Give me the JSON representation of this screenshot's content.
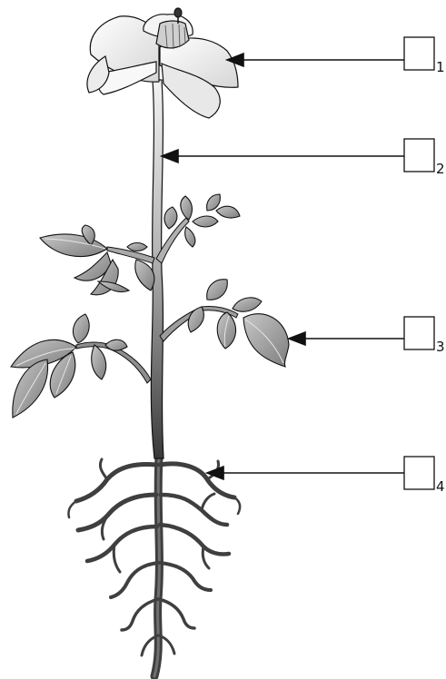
{
  "diagram": {
    "subject": "plant",
    "parts": [
      {
        "id": "flower",
        "number": "1"
      },
      {
        "id": "stem",
        "number": "2"
      },
      {
        "id": "leaf",
        "number": "3"
      },
      {
        "id": "root",
        "number": "4"
      }
    ]
  },
  "colors": {
    "stroke": "#111111",
    "petal": "#efefef",
    "leaf": "#9a9a9a",
    "stem": "#8f8f8f",
    "root": "#4a4a4a"
  }
}
